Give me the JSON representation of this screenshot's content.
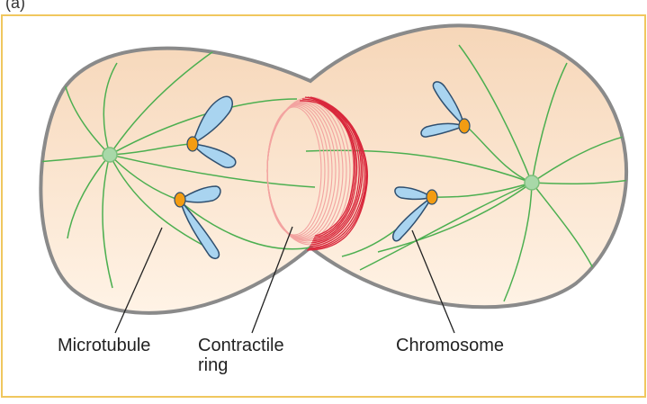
{
  "figure": {
    "panel_label": "(a)",
    "labels": {
      "microtubule": "Microtubule",
      "contractile_ring": "Contractile\nring",
      "chromosome": "Chromosome"
    },
    "colors": {
      "frame": "#f0c75e",
      "cell_outline": "#8a8a8a",
      "cell_fill_top": "#f6d6b8",
      "cell_fill_bottom": "#fff3e6",
      "microtubule": "#4caf50",
      "centrosome": "#a8d8a8",
      "chromatid": "#a9d4f0",
      "chromatid_outline": "#2f4f6f",
      "centromere": "#f39c12",
      "ring_dark": "#d9283c",
      "ring_light": "#f3a3a0",
      "leader_line": "#222222"
    }
  }
}
